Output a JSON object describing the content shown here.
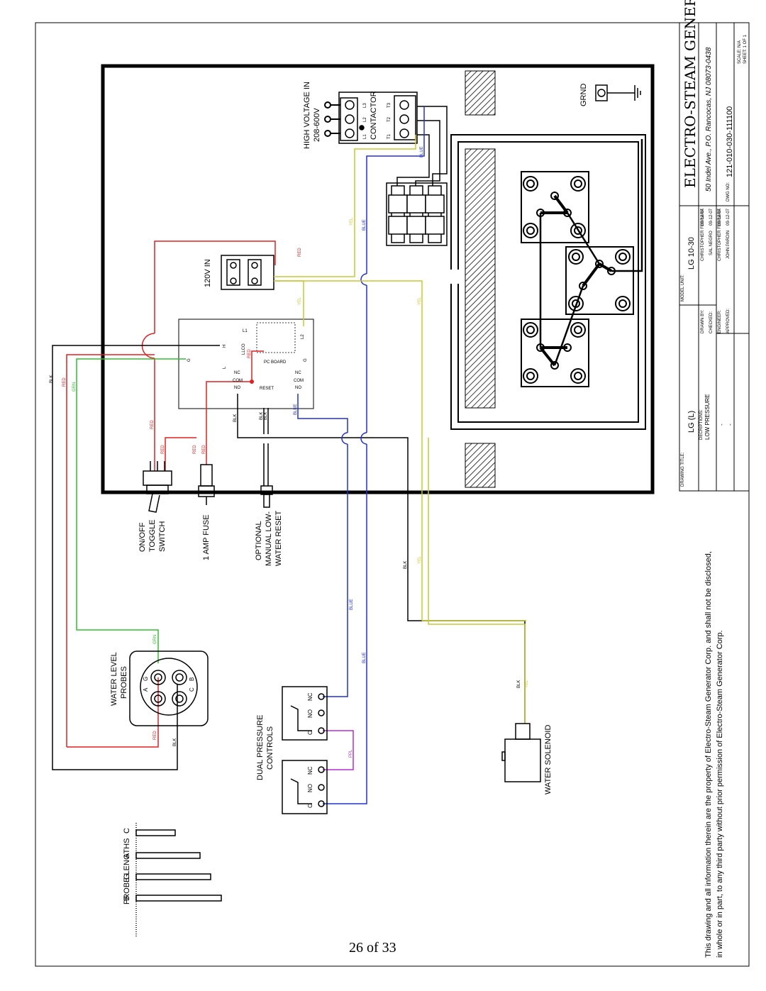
{
  "page_number": "26 of 33",
  "footer_notice": {
    "line1": "This drawing and all information therein are the property of Electro-Steam Generator Corp. and shall not be disclosed,",
    "line2": "in whole or in part, to any third party without prior permission of Electro-Steam Generator Corp."
  },
  "title_block": {
    "company": "ELECTRO-STEAM GENERATOR CORP.",
    "address": "50 Indel Ave., P.O. Rancocas, NJ 08073-0438",
    "drawing_title_label": "DRAWING TITLE:",
    "drawing_title": "LG (L)",
    "model_unit_label": "MODEL UNIT:",
    "model_unit": "LG 10-30",
    "descriptions_label": "DECRIPTIONS:",
    "description": "LOW PRESSURE",
    "dash1": "-",
    "dash2": "-",
    "drawn_by_label": "DRAWN BY:",
    "drawn_by": "CHRISTOPHER FERRARA",
    "checked_label": "CHECKED:",
    "checked": "SAL NEGRO",
    "engineer_label": "ENGINEER:",
    "engineer": "CHRISTOPHER FERRARA",
    "approved_label": "APPROVED:",
    "approved": "JOHN PARDIN",
    "date1": "09-12-07",
    "date2": "09-12-07",
    "date3": "09-12-07",
    "date4": "09-12-07",
    "dwg_no_label": "DWG NO:",
    "dwg_no": "121-010-030-111100",
    "scale": "SCALE: N/A",
    "sheet": "SHEET: 1 OF 1"
  },
  "labels": {
    "high_voltage": "HIGH VOLTAGE IN",
    "voltage_range": "208-600V",
    "contactor": "CONTACTOR",
    "l1": "L1",
    "l2": "L2",
    "l3": "L3",
    "t1": "T1",
    "t2": "T2",
    "t3": "T3",
    "grnd": "GRND",
    "in120": "120V IN",
    "pc_board": "PC BOARD",
    "reset": "RESET",
    "nc": "NC",
    "com": "COM",
    "no": "NO",
    "pc_l1": "L1",
    "pc_l2": "L2",
    "pc_h": "H",
    "pc_g": "G",
    "pc_lco": "LLCO",
    "pc_l": "L",
    "pc_g2": "G",
    "on_off_1": "ON/OFF",
    "on_off_2": "TOGGLE",
    "on_off_3": "SWITCH",
    "fuse": "1 AMP FUSE",
    "optional_1": "OPTIONAL",
    "optional_2": "MANUAL LOW-",
    "optional_3": "WATER RESET",
    "probes_1": "WATER LEVEL",
    "probes_2": "PROBES",
    "probe_a": "A",
    "probe_g": "G",
    "probe_c": "C",
    "probe_b": "B",
    "dual_1": "DUAL PRESSURE",
    "dual_2": "CONTROLS",
    "sw_c": "C",
    "sw_no": "NO",
    "sw_nc": "NC",
    "solenoid": "WATER SOLENOID",
    "probe_lengths": "PROBE LENGTHS",
    "pl_b": "B",
    "pl_g": "G",
    "pl_a": "A",
    "pl_c": "C"
  },
  "wire_tags": {
    "blk": "BLK",
    "red": "RED",
    "grn": "GRN",
    "blue": "BLUE",
    "yel": "YEL",
    "ppl": "PPL"
  },
  "colors": {
    "red": "#e02020",
    "blue": "#2030d0",
    "yellow": "#c8c832",
    "green": "#30c030",
    "purple": "#b030d0",
    "black": "#000000"
  }
}
